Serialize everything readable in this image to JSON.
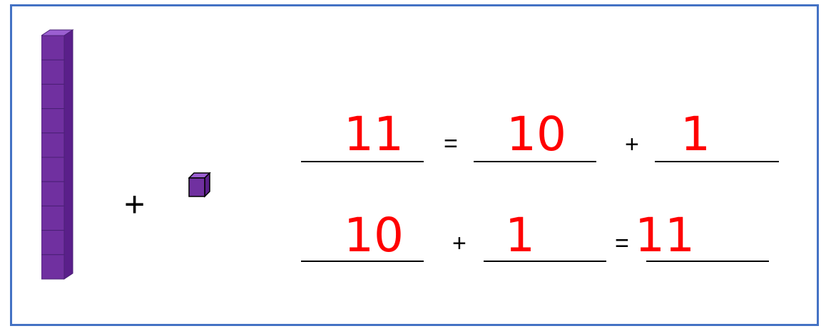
{
  "colors": {
    "border": "#4472c4",
    "block": "#7030a0",
    "answer": "#ff0000"
  },
  "blocks": {
    "rod_units": 10,
    "single_units": 1
  },
  "left_operator": "+",
  "equation1": {
    "a": "11",
    "op1": "=",
    "b": "10",
    "op2": "+",
    "c": "1"
  },
  "equation2": {
    "a": "10",
    "op1": "+",
    "b": "1",
    "op2": "=",
    "c": "11"
  }
}
